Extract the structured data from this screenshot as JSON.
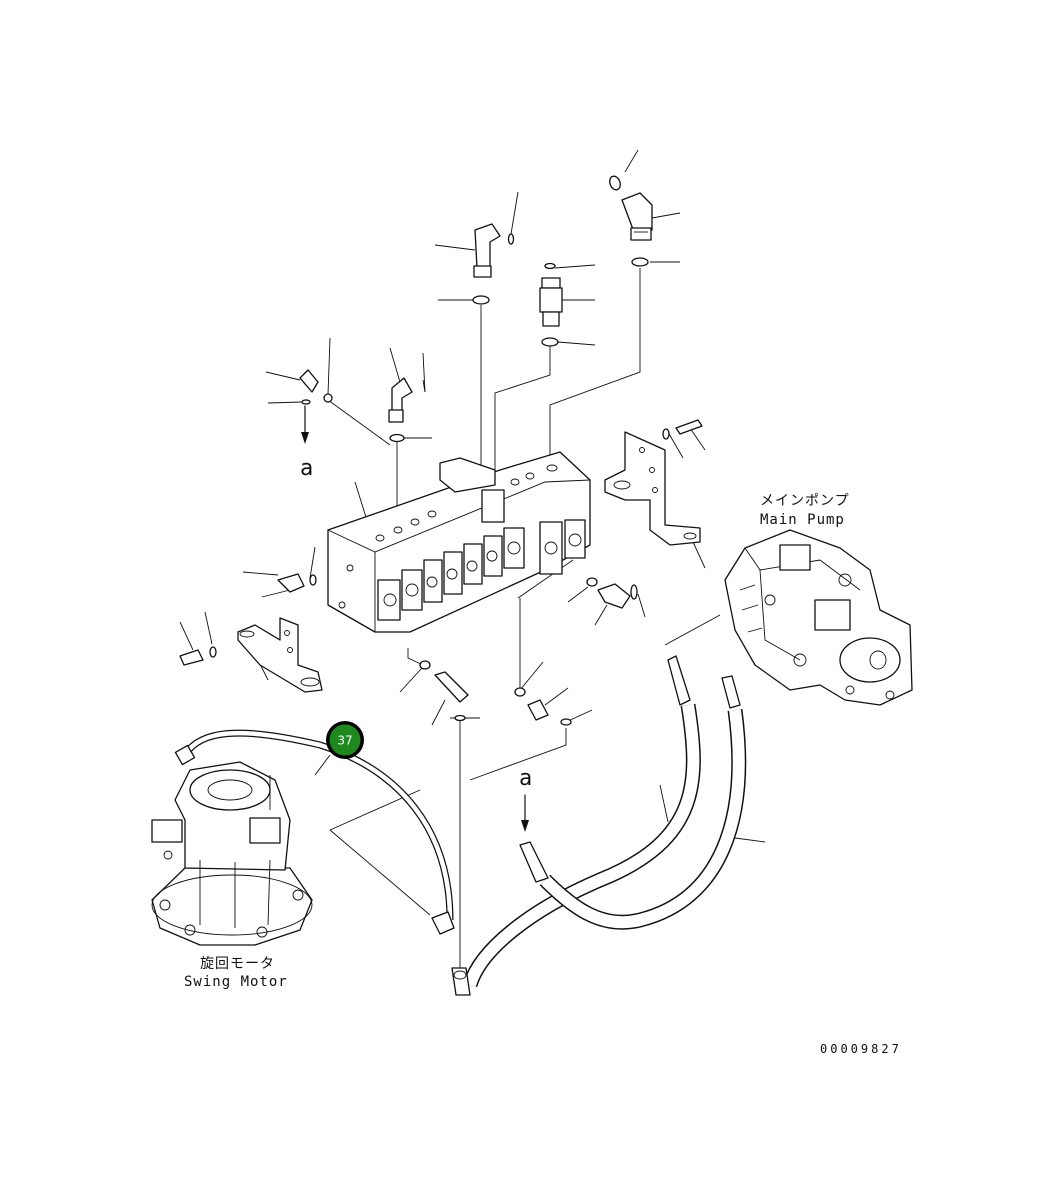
{
  "labels": {
    "main_pump_jp": "メインポンプ",
    "main_pump_en": "Main Pump",
    "swing_motor_jp": "旋回モータ",
    "swing_motor_en": "Swing Motor",
    "view_ref_top": "a",
    "view_ref_bottom": "a",
    "drawing_number": "00009827"
  },
  "callout": {
    "number": "37",
    "color": "#1e8a1e"
  }
}
